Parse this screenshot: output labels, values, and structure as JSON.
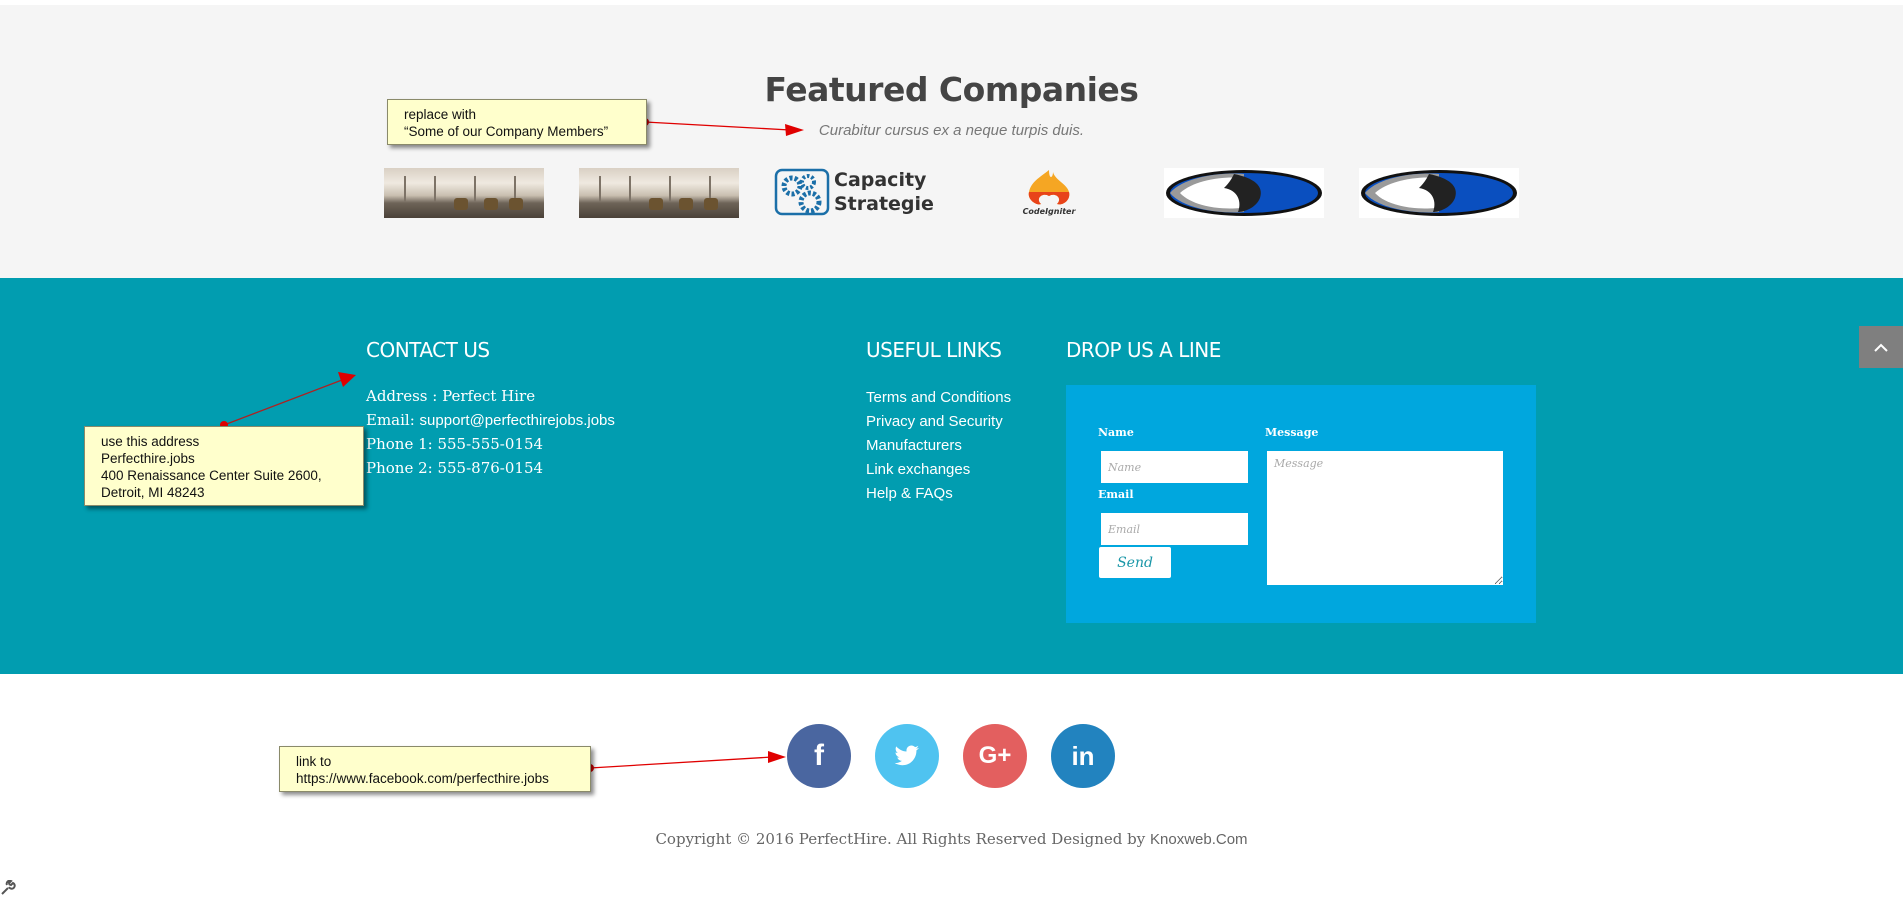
{
  "featured": {
    "title": "Featured Companies",
    "subtitle": "Curabitur cursus ex a neque turpis duis.",
    "logos": [
      {
        "name": "conference-room-photo"
      },
      {
        "name": "conference-room-photo"
      },
      {
        "name": "Capacity Strategies",
        "line1": "Capacity",
        "line2": "Strategies"
      },
      {
        "name": "CodeIgniter",
        "text": "CodeIgniter"
      },
      {
        "name": "dallas-mavericks-logo"
      },
      {
        "name": "dallas-mavericks-logo"
      }
    ]
  },
  "contact": {
    "heading": "CONTACT US",
    "address_label": "Address : Perfect Hire",
    "email_label": "Email: ",
    "email_value": "support@perfecthirejobs.jobs",
    "phone1": "Phone 1: 555-555-0154",
    "phone2": "Phone 2: 555-876-0154"
  },
  "useful_links": {
    "heading": "USEFUL LINKS",
    "items": [
      "Terms and Conditions",
      "Privacy and Security",
      "Manufacturers",
      "Link exchanges",
      "Help & FAQs"
    ]
  },
  "drop_line": {
    "heading": "DROP US A LINE",
    "name_label": "Name",
    "name_placeholder": "Name",
    "email_label": "Email",
    "email_placeholder": "Email",
    "message_label": "Message",
    "message_placeholder": "Message",
    "send_label": "Send"
  },
  "social": [
    {
      "name": "facebook",
      "glyph": "f",
      "color": "#4a66a0"
    },
    {
      "name": "twitter",
      "glyph": "twitter-bird",
      "color": "#4fc3f0"
    },
    {
      "name": "google-plus",
      "glyph": "G+",
      "color": "#e35f5f"
    },
    {
      "name": "linkedin",
      "glyph": "in",
      "color": "#2283bf"
    }
  ],
  "copyright": {
    "text": "Copyright © 2016 PerfectHire. All Rights Reserved Designed by ",
    "designer": "Knoxweb.Com"
  },
  "annotations": [
    {
      "text": "replace with\n“Some of our Company Members”"
    },
    {
      "text": "use this address\nPerfecthire.jobs\n400 Renaissance Center Suite 2600,\nDetroit, MI 48243"
    },
    {
      "text": "link to\nhttps://www.facebook.com/perfecthire.jobs"
    }
  ],
  "colors": {
    "footer_bg": "#019db0",
    "form_bg": "#00a7de",
    "featured_bg": "#f5f5f5",
    "note_bg": "#ffffcc",
    "arrow": "#e00000"
  }
}
